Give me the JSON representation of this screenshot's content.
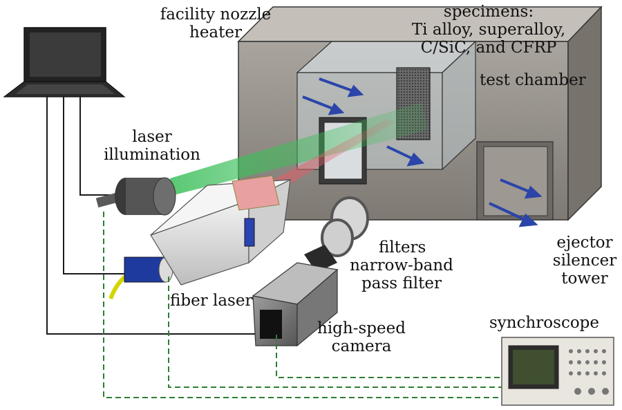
{
  "labels": {
    "facility_nozzle_heater": [
      "facility nozzle",
      "heater"
    ],
    "specimens": [
      "specimens:",
      "Ti alloy, superalloy,",
      "C/SiC, and CFRP"
    ],
    "test_chamber": "test chamber",
    "laser_illumination": [
      "laser",
      "illumination"
    ],
    "filters": "filters",
    "narrow_band_filter": [
      "narrow-band",
      "pass filter"
    ],
    "ejector_silencer_tower": [
      "ejector",
      "silencer",
      "tower"
    ],
    "fiber_laser": "fiber laser",
    "high_speed_camera": [
      "high-speed",
      "camera"
    ],
    "synchroscope": "synchroscope"
  },
  "colors": {
    "chamber_body": "#8f8a84",
    "chamber_light": "#bdb8b2",
    "flow_arrow": "#2b45a8",
    "laser_green": "#3cbf5a",
    "laser_red": "#e0606a",
    "trigger_line": "#2e7d32",
    "cable": "#1a1a1a",
    "fiber": "#d4d400"
  },
  "icons": [
    "laptop-icon",
    "laser-head-icon",
    "fiber-laser-icon",
    "filter-icon",
    "camera-icon",
    "synchroscope-icon"
  ]
}
